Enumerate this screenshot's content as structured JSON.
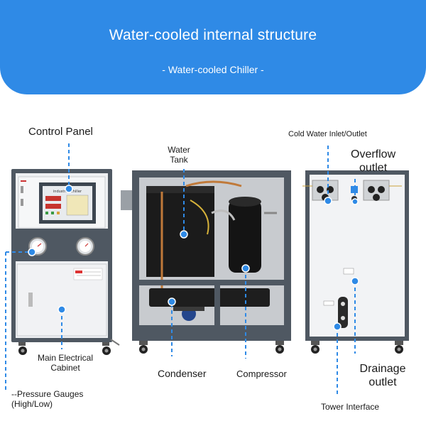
{
  "header": {
    "title": "Water-cooled internal structure",
    "subtitle": "- Water-cooled Chiller -"
  },
  "callouts": {
    "control_panel": "Control Panel",
    "water_tank_line1": "Water",
    "water_tank_line2": "Tank",
    "cold_water": "Cold Water Inlet/Outlet",
    "overflow_line1": "Overflow",
    "overflow_line2": "outlet",
    "main_cabinet_line1": "Main Electrical",
    "main_cabinet_line2": "Cabinet",
    "condenser": "Condenser",
    "compressor": "Compressor",
    "drainage_line1": "Drainage",
    "drainage_line2": "outlet",
    "pressure_line1": "--Pressure Gauges",
    "pressure_line2": "(High/Low)",
    "tower": "Tower Interface"
  },
  "device": {
    "panel_text": "industrial chiller"
  },
  "colors": {
    "banner": "#2f8ae6",
    "marker": "#2f8ae6",
    "frame": "#4f5862",
    "panel_white": "#f2f3f5",
    "compressor": "#141414"
  }
}
